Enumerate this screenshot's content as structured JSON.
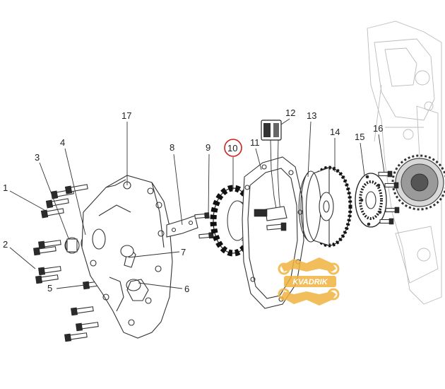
{
  "diagram": {
    "callouts": [
      {
        "id": "1",
        "text": "1"
      },
      {
        "id": "2",
        "text": "2"
      },
      {
        "id": "3",
        "text": "3"
      },
      {
        "id": "4",
        "text": "4"
      },
      {
        "id": "5",
        "text": "5"
      },
      {
        "id": "6",
        "text": "6"
      },
      {
        "id": "7",
        "text": "7"
      },
      {
        "id": "8",
        "text": "8"
      },
      {
        "id": "9",
        "text": "9"
      },
      {
        "id": "10",
        "text": "10",
        "highlighted": true
      },
      {
        "id": "11",
        "text": "11"
      },
      {
        "id": "12",
        "text": "12"
      },
      {
        "id": "13",
        "text": "13"
      },
      {
        "id": "14",
        "text": "14"
      },
      {
        "id": "15",
        "text": "15"
      },
      {
        "id": "16",
        "text": "16"
      },
      {
        "id": "17",
        "text": "17"
      }
    ],
    "highlight_color": "#cc2222",
    "line_color": "#333333",
    "engine_ghost_color": "#bcbcbc"
  },
  "watermark": {
    "text": "KVADRIK",
    "color": "#f0b340"
  }
}
